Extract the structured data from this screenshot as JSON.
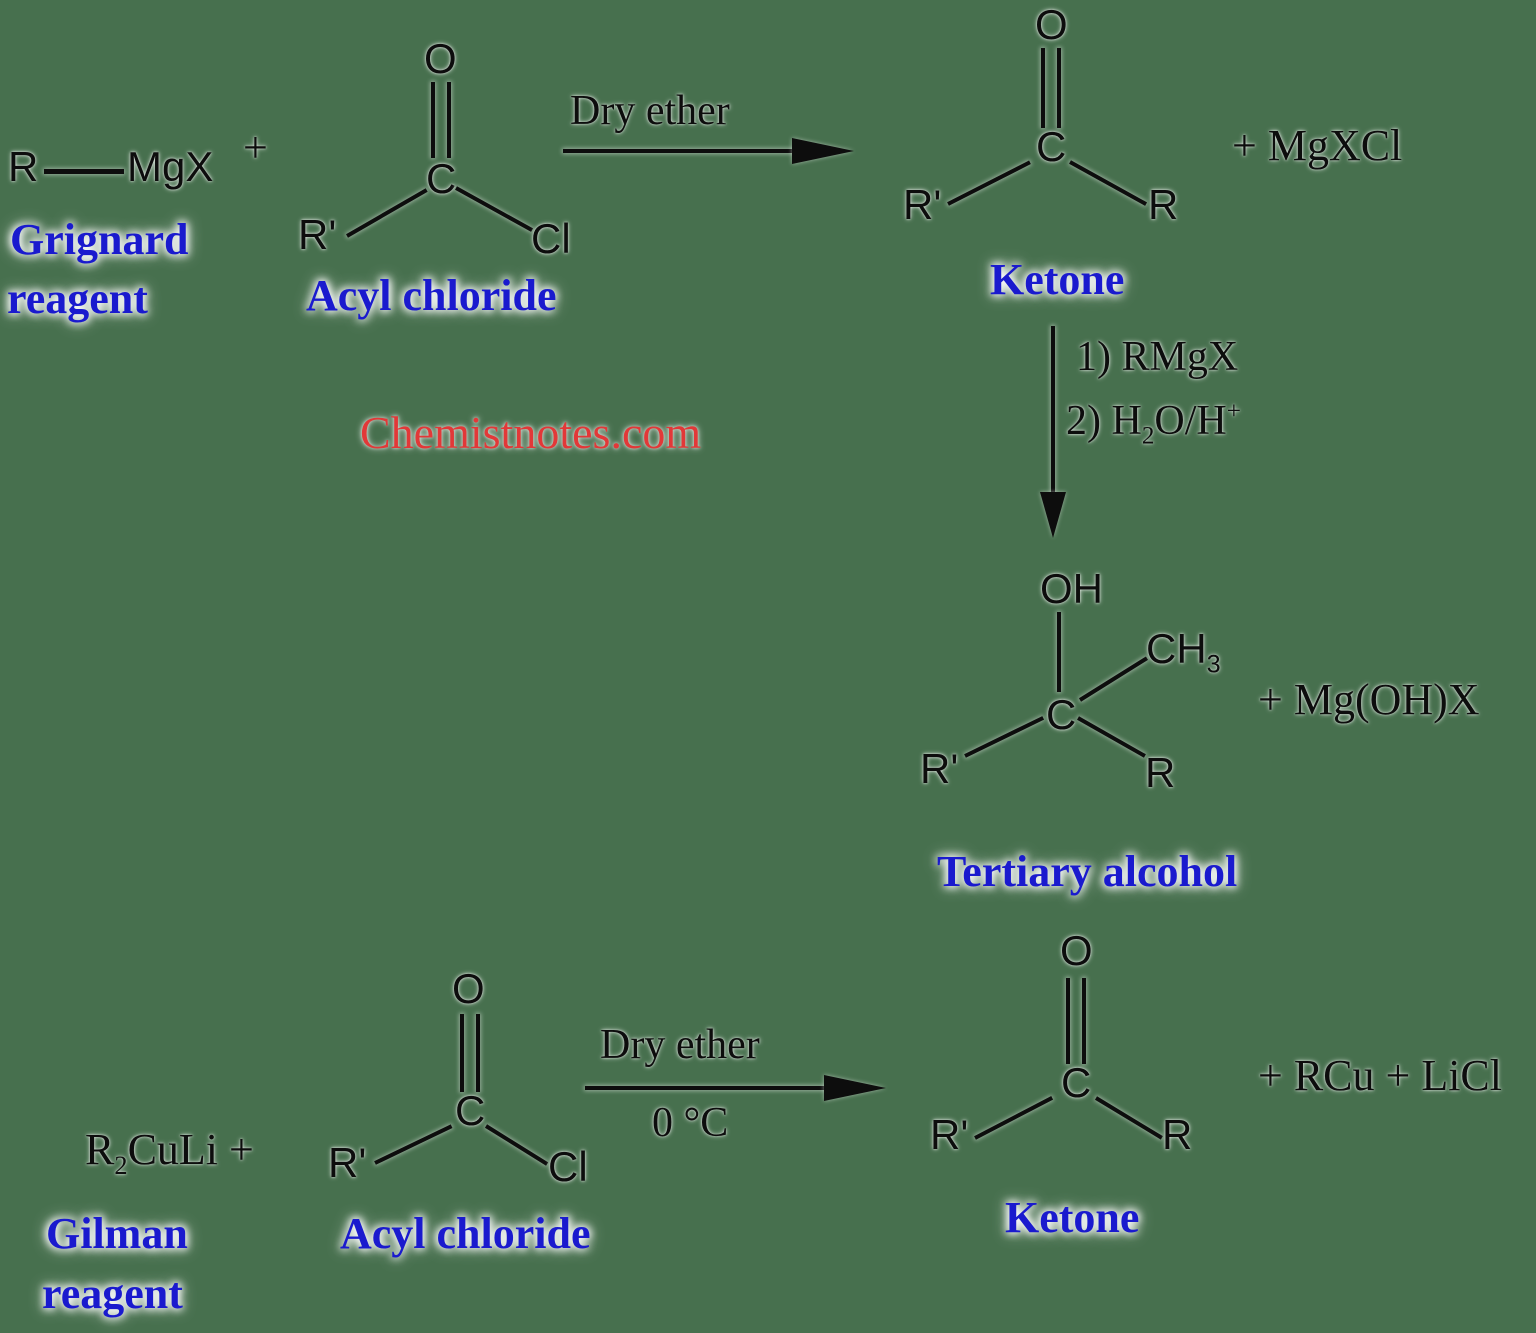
{
  "colors": {
    "background": "#47704e",
    "structure_black": "#0d0d0d",
    "label_blue": "#1a1ace",
    "watermark_red": "#e23838"
  },
  "watermark": {
    "text": "Chemistnotes.com"
  },
  "reaction1": {
    "grignard": {
      "r": "R",
      "mgx": "MgX",
      "label_line1": "Grignard",
      "label_line2": "reagent"
    },
    "plus": "+",
    "acyl_chloride": {
      "o": "O",
      "c": "C",
      "r_prime": "R'",
      "cl": "Cl",
      "label": "Acyl chloride"
    },
    "arrow_condition": "Dry ether",
    "ketone": {
      "o": "O",
      "c": "C",
      "r_prime": "R'",
      "r": "R",
      "label": "Ketone"
    },
    "byproduct": "+ MgXCl"
  },
  "reaction2": {
    "condition_step1": "1) RMgX",
    "condition_step2": {
      "pre": "2) H",
      "sub": "2",
      "mid": "O/H",
      "sup": "+"
    },
    "tertiary_alcohol": {
      "oh": "OH",
      "c": "C",
      "ch": "CH",
      "ch_sub": "3",
      "r_prime": "R'",
      "r": "R",
      "label": "Tertiary alcohol"
    },
    "byproduct": "+ Mg(OH)X"
  },
  "reaction3": {
    "gilman": {
      "r": "R",
      "sub": "2",
      "culi": "CuLi",
      "plus": " +",
      "label_line1": "Gilman",
      "label_line2": "reagent"
    },
    "acyl_chloride": {
      "o": "O",
      "c": "C",
      "r_prime": "R'",
      "cl": "Cl",
      "label": "Acyl chloride"
    },
    "condition_top": "Dry ether",
    "condition_bottom": "0 °C",
    "ketone": {
      "o": "O",
      "c": "C",
      "r_prime": "R'",
      "r": "R",
      "label": "Ketone"
    },
    "byproduct": "+ RCu + LiCl"
  }
}
